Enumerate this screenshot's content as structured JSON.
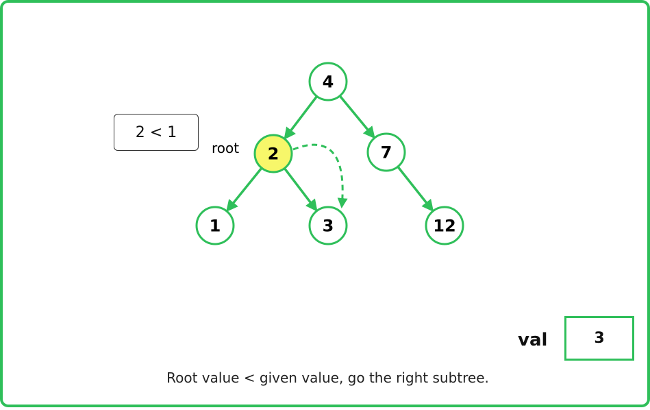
{
  "tree": {
    "nodes": [
      {
        "id": "n4",
        "label": "4",
        "highlighted": false
      },
      {
        "id": "n2",
        "label": "2",
        "highlighted": true
      },
      {
        "id": "n7",
        "label": "7",
        "highlighted": false
      },
      {
        "id": "n1",
        "label": "1",
        "highlighted": false
      },
      {
        "id": "n3",
        "label": "3",
        "highlighted": false
      },
      {
        "id": "n12",
        "label": "12",
        "highlighted": false
      }
    ],
    "edges": [
      {
        "from": "n4",
        "to": "n2"
      },
      {
        "from": "n4",
        "to": "n7"
      },
      {
        "from": "n2",
        "to": "n1"
      },
      {
        "from": "n2",
        "to": "n3"
      },
      {
        "from": "n7",
        "to": "n12"
      }
    ],
    "traversal": {
      "from": "n2",
      "to": "n3",
      "style": "dashed"
    }
  },
  "comparison": "2 < 1",
  "root_label": "root",
  "val": {
    "label": "val",
    "value": "3"
  },
  "caption": "Root value < given value, go the right subtree.",
  "colors": {
    "accent": "#2fbf5a",
    "highlight": "#f7f76a",
    "text": "#000000"
  }
}
